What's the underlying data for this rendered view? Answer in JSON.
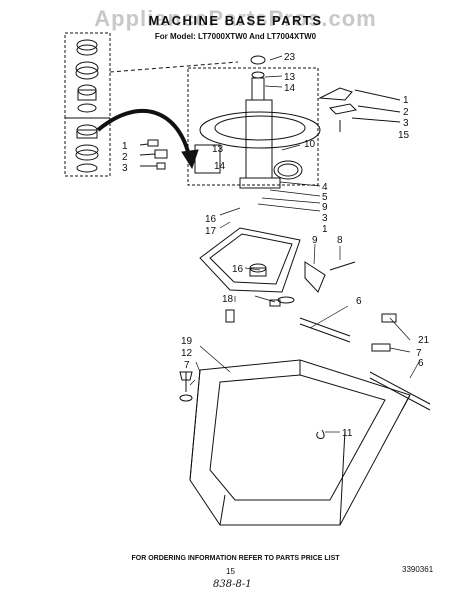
{
  "watermark": "AppliancePartsPros.com",
  "title": "MACHINE BASE PARTS",
  "subtitle": "For Model: LT7000XTW0 And LT7004XTW0",
  "callouts": {
    "top_center": [
      "23",
      "13",
      "14",
      "10"
    ],
    "left_group": [
      "1",
      "2",
      "3"
    ],
    "inset": [
      "13",
      "14"
    ],
    "right_top": [
      "1",
      "2",
      "3",
      "15"
    ],
    "right_mid": [
      "4",
      "5",
      "9",
      "3",
      "1",
      "9",
      "8"
    ],
    "left_mid": [
      "16",
      "17",
      "16"
    ],
    "lower_left": [
      "18",
      "19",
      "12",
      "7"
    ],
    "lower_right": [
      "6",
      "21",
      "7",
      "6"
    ],
    "bottom": [
      "11"
    ]
  },
  "footer": "FOR ORDERING INFORMATION REFER TO PARTS PRICE LIST",
  "page_number": "15",
  "doc_number": "3390361",
  "handwritten_note": "838-8-1"
}
